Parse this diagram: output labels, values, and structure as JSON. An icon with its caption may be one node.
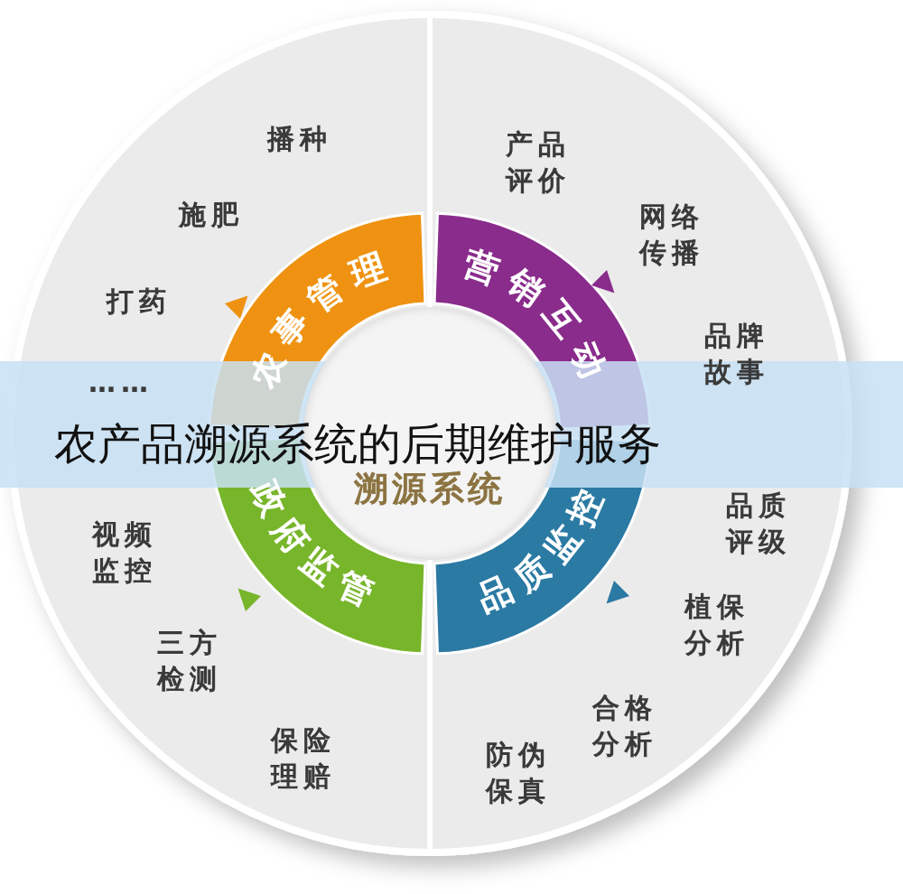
{
  "diagram": {
    "title": "农产品溯源系统的后期维护服务",
    "nodes": [
      {
        "text": [
          "农事管理"
        ]
      },
      {
        "text": [
          "营销互动"
        ]
      },
      {
        "text": [
          "品质监控"
        ]
      },
      {
        "text": [
          "政府监管"
        ]
      },
      {
        "text": [
          "溯源系统"
        ]
      }
    ],
    "labels": [
      "产品评价",
      "网络传播",
      "品牌故事",
      "品质评级",
      "植保分析",
      "合格分析",
      "防伪保真",
      "保险理赔",
      "三方检测",
      "视频监控",
      "……",
      "打药",
      "施肥",
      "播种"
    ]
  }
}
